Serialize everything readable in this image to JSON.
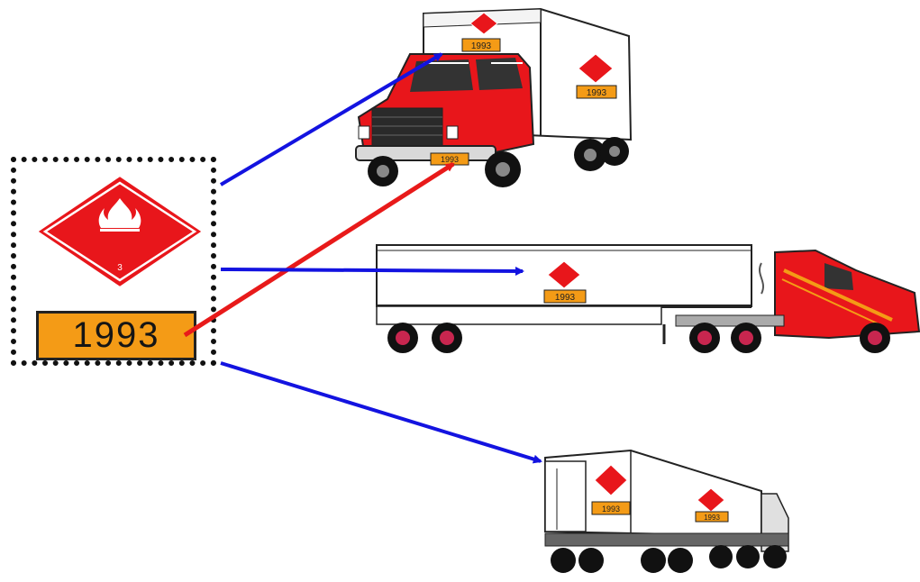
{
  "key": {
    "placard_class_number": "3",
    "un_number": "1993"
  },
  "trucks": {
    "box_truck": {
      "placard_numbers": [
        "1993",
        "1993",
        "1993"
      ]
    },
    "tractor_trailer": {
      "placard_numbers": [
        "1993"
      ]
    },
    "small_trailer": {
      "placard_numbers": [
        "1993",
        "1993"
      ]
    }
  },
  "colors": {
    "placard_red": "#e8161b",
    "un_orange": "#f49b16",
    "arrow_blue": "#1313e0",
    "arrow_red": "#e81a1a"
  }
}
